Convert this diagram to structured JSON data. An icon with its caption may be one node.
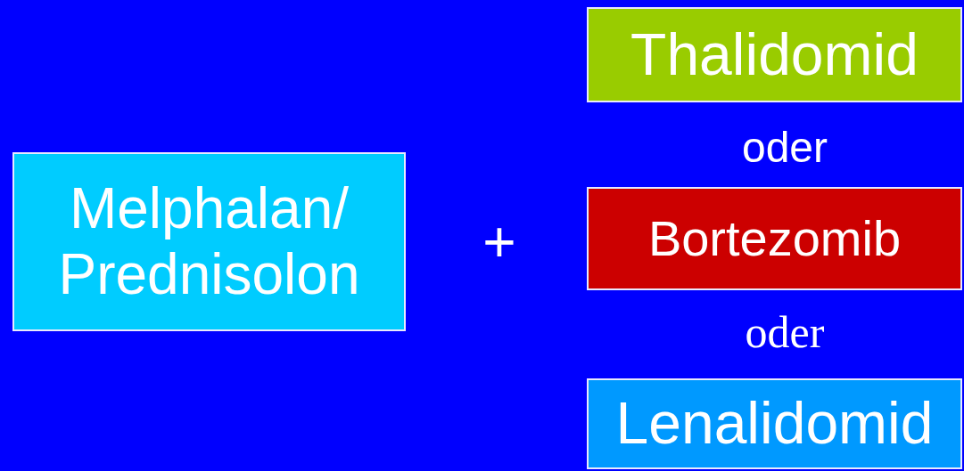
{
  "diagram": {
    "nodes": [
      {
        "text": [
          "Melphalan/ Prednisolon"
        ]
      },
      {
        "text": [
          "Thalidomid"
        ]
      },
      {
        "text": [
          "Bortezomib"
        ]
      },
      {
        "text": [
          "Lenalidomid"
        ]
      }
    ],
    "labels": [
      "+",
      "oder",
      "oder"
    ]
  }
}
